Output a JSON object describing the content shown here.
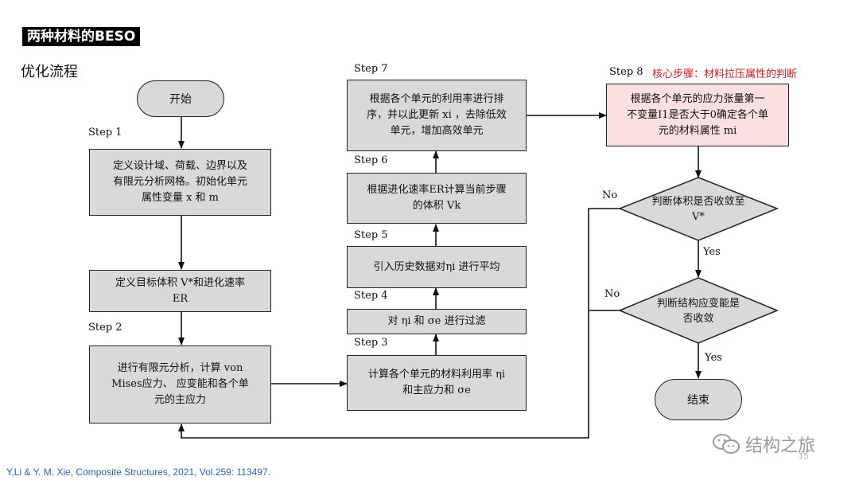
{
  "header": {
    "title": "两种材料的BESO",
    "subtitle": "优化流程"
  },
  "steps": {
    "step1": "Step 1",
    "step2": "Step 2",
    "step3": "Step 3",
    "step4": "Step 4",
    "step5": "Step 5",
    "step6": "Step 6",
    "step7": "Step 7",
    "step8": "Step 8",
    "step8_note": "核心步骤：材料拉压属性的判断"
  },
  "nodes": {
    "start": "开始",
    "define_domain": [
      "定义设计域、荷载、边界以及",
      "有限元分析网格。初始化单元",
      "属性变量 x 和 m"
    ],
    "define_target": [
      "定义目标体积 V*和进化速率",
      "ER"
    ],
    "fea": [
      "进行有限元分析，计算 von",
      "Mises应力、 应变能和各个单",
      "元的主应力"
    ],
    "compute_util": [
      "计算各个单元的材料利用率 ηi",
      "和主应力和 σe"
    ],
    "filter": "对 ηi 和  σe 进行过滤",
    "history_avg": "引入历史数据对ηi 进行平均",
    "compute_volume": [
      "根据进化速率ER计算当前步骤",
      "的体积 Vk"
    ],
    "sort_update": [
      "根据各个单元的利用率进行排",
      "序，并以此更新 xi ，去除低效",
      "单元，增加高效单元"
    ],
    "material_attr": [
      "根据各个单元的应力张量第一",
      "不变量I1是否大于0确定各个单",
      "元的材料属性 mi"
    ],
    "check_volume": [
      "判断体积是否收敛至",
      "V*"
    ],
    "check_strain": [
      "判断结构应变能是",
      "否收敛"
    ],
    "end": "结束"
  },
  "branch_labels": {
    "no1": "No",
    "yes1": "Yes",
    "no2": "No",
    "yes2": "Yes"
  },
  "footer": {
    "citation": "Y,Li & Y. M. Xie,   Composite Structures, 2021, Vol.259: 113497.",
    "watermark": "结构之旅",
    "page_number": "15"
  },
  "colors": {
    "box_fill": "#d9d9d9",
    "highlight_fill": "#fbe0e2",
    "note_red": "#d01c1c",
    "citation_blue": "#2a62b8"
  }
}
